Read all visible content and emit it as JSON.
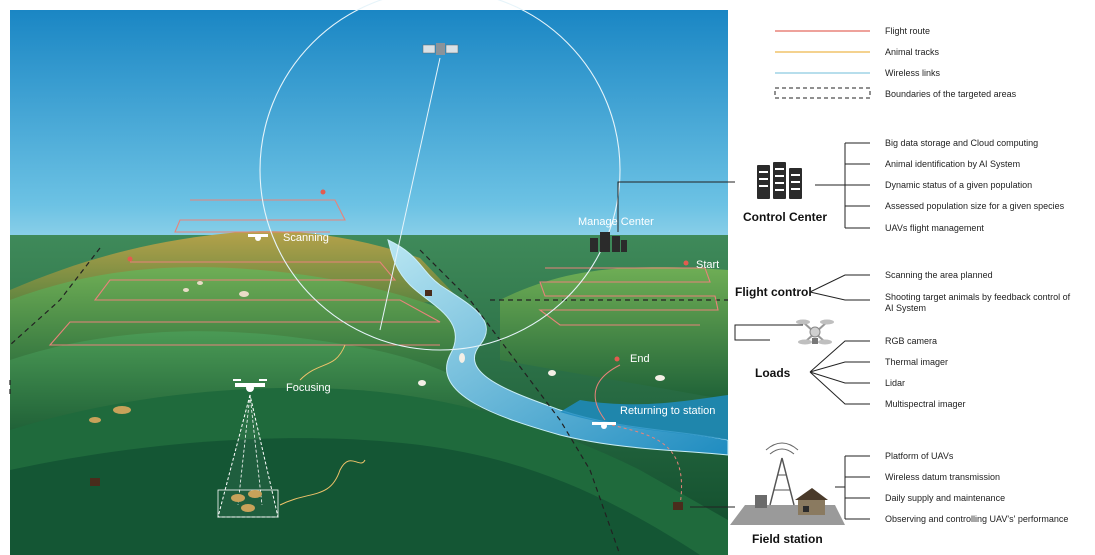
{
  "legend": {
    "flight_route": "Flight route",
    "animal_tracks": "Animal tracks",
    "wireless_links": "Wireless links",
    "boundaries": "Boundaries of the targeted areas"
  },
  "colors": {
    "flight_route": "#e8837a",
    "animal_tracks": "#f0c36a",
    "wireless_links": "#9fd3e6",
    "boundary": "#222222",
    "sky_top": "#1a86c4",
    "river": "#4fb4d8"
  },
  "scene": {
    "scanning": "Scanning",
    "focusing": "Focusing",
    "manage_center": "Manage Center",
    "start": "Start",
    "end": "End",
    "returning": "Returning to station"
  },
  "control_center": {
    "title": "Control Center",
    "items": [
      "Big data storage and Cloud computing",
      "Animal identification by AI System",
      "Dynamic status of a given population",
      "Assessed population size for a given species",
      "UAVs flight management"
    ]
  },
  "flight_control": {
    "title": "Flight control",
    "items": [
      "Scanning the area planned",
      "Shooting target animals by feedback control of",
      "AI System"
    ]
  },
  "loads": {
    "title": "Loads",
    "items": [
      "RGB camera",
      "Thermal imager",
      "Lidar",
      "Multispectral imager"
    ]
  },
  "field_station": {
    "title": "Field station",
    "items": [
      "Platform of UAVs",
      "Wireless datum transmission",
      "Daily supply and maintenance",
      "Observing and controlling UAV's' performance"
    ]
  }
}
